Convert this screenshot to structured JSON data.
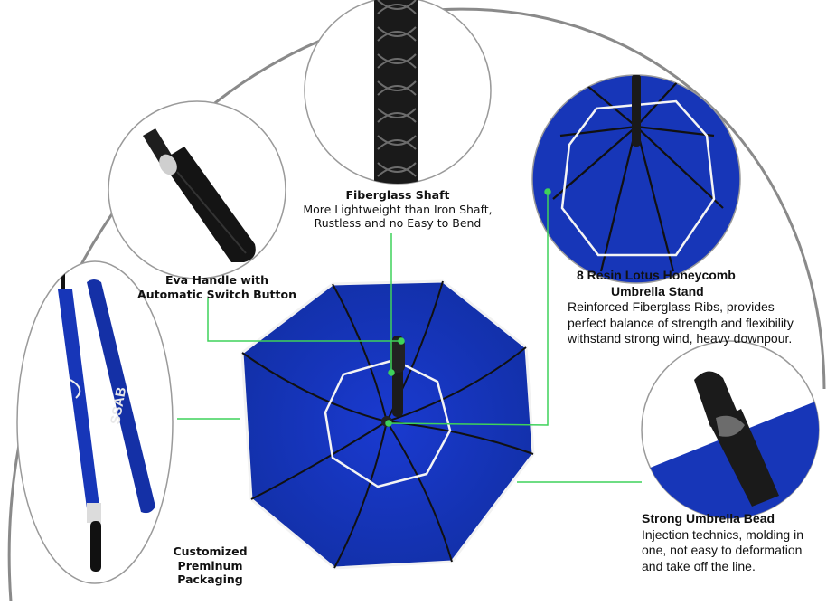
{
  "colors": {
    "umbrella_blue": "#1736b8",
    "pointer_green": "#3fd25a",
    "frame_gray": "#8a8a8a"
  },
  "labels": {
    "fiberglass_shaft": {
      "title": "Fiberglass Shaft",
      "line1": "More Lightweight than Iron Shaft,",
      "line2": "Rustless and no Easy to Bend"
    },
    "eva_handle": {
      "line1": "Eva Handle with",
      "line2": "Automatic Switch Button"
    },
    "honeycomb_stand": {
      "title1": "8 Resin Lotus Honeycomb",
      "title2": "Umbrella Stand",
      "line1": "Reinforced Fiberglass Ribs, provides",
      "line2": "perfect balance of strength and flexibility",
      "line3": "withstand strong wind, heavy downpour."
    },
    "umbrella_bead": {
      "title": "Strong Umbrella Bead",
      "line1": "Injection technics, molding in",
      "line2": "one, not easy to deformation",
      "line3": "and take off the line."
    },
    "packaging": {
      "line1": "Customized",
      "line2": "Preminum Packaging"
    }
  },
  "brand_text": "SSAB"
}
